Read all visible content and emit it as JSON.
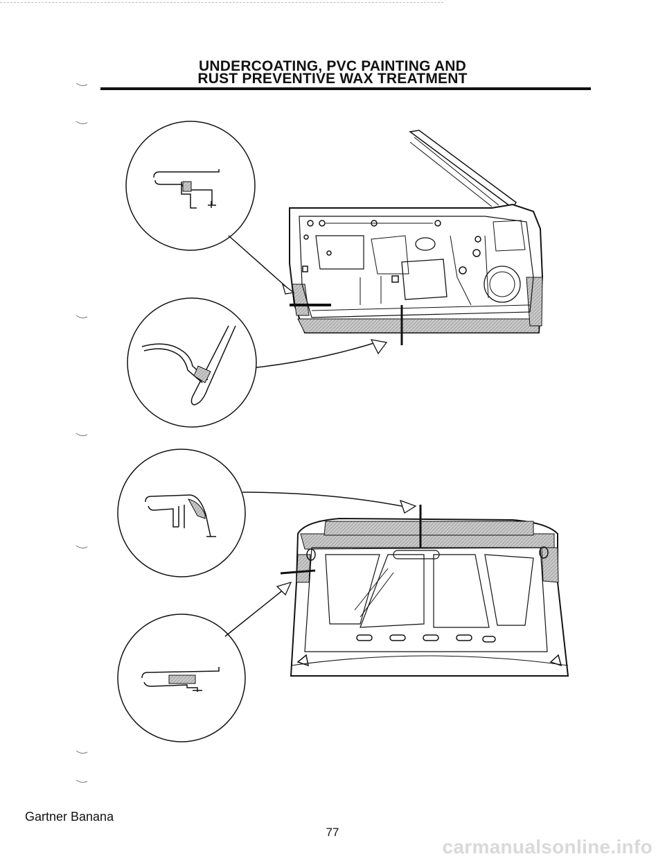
{
  "header": {
    "title_line1": "UNDERCOATING, PVC PAINTING AND",
    "title_line2": "RUST PREVENTIVE WAX TREATMENT"
  },
  "illustrations": [
    {
      "name": "door-panel",
      "description_icon": "door-inner-panel-drawing"
    },
    {
      "name": "boot-lid",
      "description_icon": "boot-lid-inner-panel-drawing"
    }
  ],
  "footer": {
    "author": "Gartner Banana",
    "page_number": "77",
    "watermark": "carmanualsonline.info"
  }
}
